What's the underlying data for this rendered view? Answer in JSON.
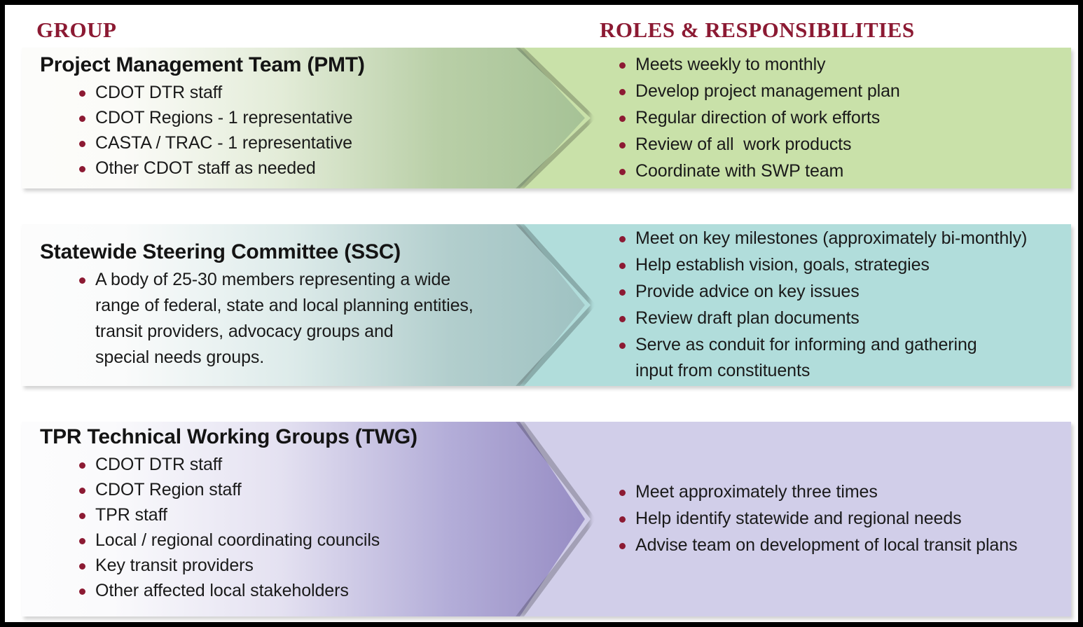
{
  "headers": {
    "group": "GROUP",
    "roles": "ROLES & RESPONSIBILITIES",
    "color": "#8C1A33"
  },
  "colors": {
    "accent_maroon": "#8C1A33",
    "row_green": "#C9E1A9",
    "row_green_arrow": "#A6C296",
    "row_teal": "#B1DDDB",
    "row_teal_arrow": "#9FC2C2",
    "row_purple": "#D1CEE9",
    "row_purple_arrow": "#978DC4",
    "text": "#1a1a1a",
    "frame": "#000000"
  },
  "rows": [
    {
      "title": "Project Management Team (PMT)",
      "members": [
        "CDOT DTR staff",
        "CDOT Regions - 1 representative",
        "CASTA / TRAC - 1 representative",
        "Other CDOT staff as needed"
      ],
      "responsibilities": [
        "Meets weekly to monthly",
        "Develop project management plan",
        "Regular direction of work efforts",
        "Review of all  work products",
        "Coordinate with SWP team"
      ]
    },
    {
      "title": "Statewide Steering Committee (SSC)",
      "members": [
        "A body of 25-30 members representing a wide\nrange of federal, state and local planning entities,\ntransit providers, advocacy groups and\nspecial needs groups."
      ],
      "responsibilities": [
        "Meet on key milestones (approximately bi-monthly)",
        "Help establish vision, goals, strategies",
        "Provide advice on key issues",
        "Review draft plan documents",
        "Serve as conduit for informing and gathering\ninput from constituents"
      ]
    },
    {
      "title": "TPR Technical Working Groups (TWG)",
      "members": [
        "CDOT DTR staff",
        "CDOT Region staff",
        "TPR staff",
        "Local / regional coordinating councils",
        "Key transit providers",
        "Other affected local stakeholders"
      ],
      "responsibilities": [
        "Meet approximately three times",
        "Help identify statewide and regional needs",
        "Advise team on development of local transit plans"
      ]
    }
  ]
}
